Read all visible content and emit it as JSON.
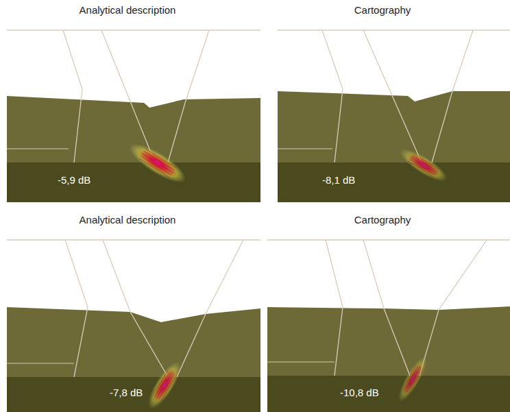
{
  "diagram": {
    "labels": [
      "Analytical description",
      "Cartography",
      "-5,9 dB",
      "-8,1 dB",
      "Analytical description",
      "Cartography",
      "-7,8 dB",
      "-10,8 dB"
    ]
  }
}
